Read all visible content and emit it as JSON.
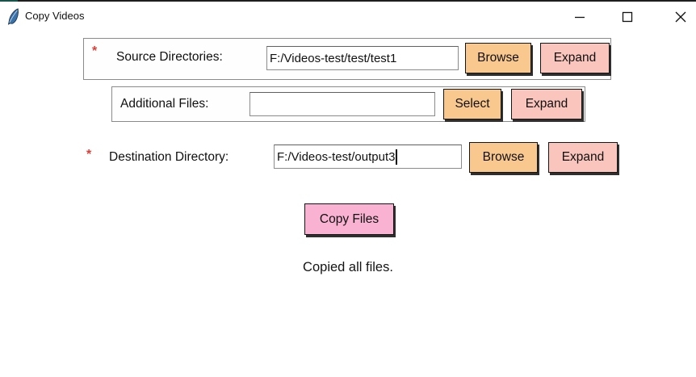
{
  "titlebar": {
    "title": "Copy Videos",
    "icon": "python-feather-icon",
    "controls": {
      "minimize": "minimize",
      "maximize": "maximize",
      "close": "close"
    }
  },
  "form": {
    "required_marker": "*",
    "rows": [
      {
        "required": "*",
        "label": "Source Directories:",
        "value": "F:/Videos-test/test/test1",
        "browse": "Browse",
        "expand": "Expand"
      },
      {
        "label": "Additional Files:",
        "value": "",
        "select": "Select",
        "expand": "Expand"
      },
      {
        "required": "*",
        "label": "Destination Directory:",
        "value": "F:/Videos-test/output3",
        "browse": "Browse",
        "expand": "Expand"
      }
    ],
    "copy_button": "Copy Files",
    "status": "Copied all files."
  },
  "colors": {
    "browse_select_bg": "#f9c88f",
    "expand_bg": "#f9c5bc",
    "copy_bg": "#f9b2d1",
    "required_asterisk": "#e23b34",
    "frame_border": "#8a8a8a",
    "titlebar_strip_left": "#17544c",
    "titlebar_strip_right": "#1e1e1e"
  }
}
